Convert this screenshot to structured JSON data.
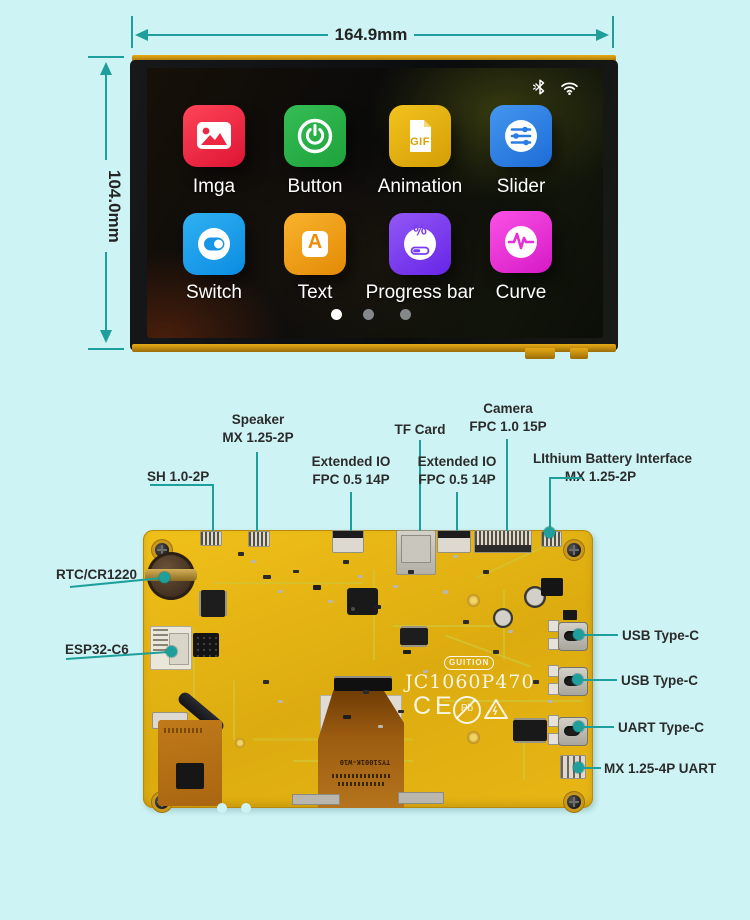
{
  "dimensions": {
    "width": "164.9mm",
    "height": "104.0mm"
  },
  "screen": {
    "status": {
      "bluetooth": "bluetooth",
      "wifi": "wifi"
    },
    "apps": [
      {
        "label": "Imga",
        "icon": "image-icon",
        "color": "#ea1f3f"
      },
      {
        "label": "Button",
        "icon": "power-icon",
        "color": "#2aaf47"
      },
      {
        "label": "Animation",
        "icon": "gif-file-icon",
        "color": "#e3af10",
        "badge": "GIF"
      },
      {
        "label": "Slider",
        "icon": "sliders-icon",
        "color": "#2b7ee2"
      },
      {
        "label": "Switch",
        "icon": "toggle-icon",
        "color": "#159ae9"
      },
      {
        "label": "Text",
        "icon": "letter-a-icon",
        "color": "#f09a12",
        "glyph": "A"
      },
      {
        "label": "Progress bar",
        "icon": "percent-progress-icon",
        "color": "#7a3bf0",
        "glyph": "%"
      },
      {
        "label": "Curve",
        "icon": "pulse-icon",
        "color": "#e93fd9"
      }
    ],
    "page_dots": {
      "total": 3,
      "active_index": 0
    }
  },
  "pcb": {
    "silkscreen": {
      "brand": "GUITION",
      "model": "JC1060P470",
      "ce_mark": "CE",
      "pb_free_mark": "Pb",
      "fpc_label": "TYS1001K-W10"
    },
    "callouts": {
      "sh": "SH 1.0-2P",
      "speaker1": "Speaker",
      "speaker2": "MX 1.25-2P",
      "extio1a": "Extended IO",
      "extio1b": "FPC 0.5 14P",
      "tfcard": "TF Card",
      "extio2a": "Extended IO",
      "extio2b": "FPC 0.5 14P",
      "camera1": "Camera",
      "camera2": "FPC 1.0 15P",
      "battery1": "LIthium Battery Interface",
      "battery2": "MX 1.25-2P",
      "rtc": "RTC/CR1220",
      "esp32": "ESP32-C6",
      "usb1": "USB Type-C",
      "usb2": "USB Type-C",
      "uart": "UART Type-C",
      "mxuart": "MX 1.25-4P UART"
    },
    "colors": {
      "board": "#e2ae10",
      "callout_teal": "#1f9f9b",
      "background": "#cdf3f4"
    }
  }
}
